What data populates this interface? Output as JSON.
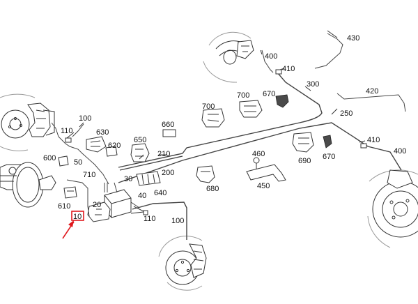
{
  "diagram": {
    "highlight_color": "#e0191e",
    "callouts": [
      {
        "id": "c430",
        "text": "430"
      },
      {
        "id": "c400a",
        "text": "400"
      },
      {
        "id": "c410a",
        "text": "410"
      },
      {
        "id": "c300",
        "text": "300"
      },
      {
        "id": "c700a",
        "text": "700"
      },
      {
        "id": "c700b",
        "text": "700"
      },
      {
        "id": "c670a",
        "text": "670"
      },
      {
        "id": "c420",
        "text": "420"
      },
      {
        "id": "c250",
        "text": "250"
      },
      {
        "id": "c410b",
        "text": "410"
      },
      {
        "id": "c400b",
        "text": "400"
      },
      {
        "id": "c100a",
        "text": "100"
      },
      {
        "id": "c110a",
        "text": "110"
      },
      {
        "id": "c630",
        "text": "630"
      },
      {
        "id": "c650",
        "text": "650"
      },
      {
        "id": "c660",
        "text": "660"
      },
      {
        "id": "c620",
        "text": "620"
      },
      {
        "id": "c210",
        "text": "210"
      },
      {
        "id": "c600",
        "text": "600"
      },
      {
        "id": "c710",
        "text": "710"
      },
      {
        "id": "c50",
        "text": "50"
      },
      {
        "id": "c200",
        "text": "200"
      },
      {
        "id": "c30",
        "text": "30"
      },
      {
        "id": "c640",
        "text": "640"
      },
      {
        "id": "c40",
        "text": "40"
      },
      {
        "id": "c610",
        "text": "610"
      },
      {
        "id": "c20",
        "text": "20"
      },
      {
        "id": "c10",
        "text": "10"
      },
      {
        "id": "c110b",
        "text": "110"
      },
      {
        "id": "c100b",
        "text": "100"
      },
      {
        "id": "c460",
        "text": "460"
      },
      {
        "id": "c690",
        "text": "690"
      },
      {
        "id": "c670b",
        "text": "670"
      },
      {
        "id": "c680",
        "text": "680"
      },
      {
        "id": "c450",
        "text": "450"
      }
    ]
  }
}
